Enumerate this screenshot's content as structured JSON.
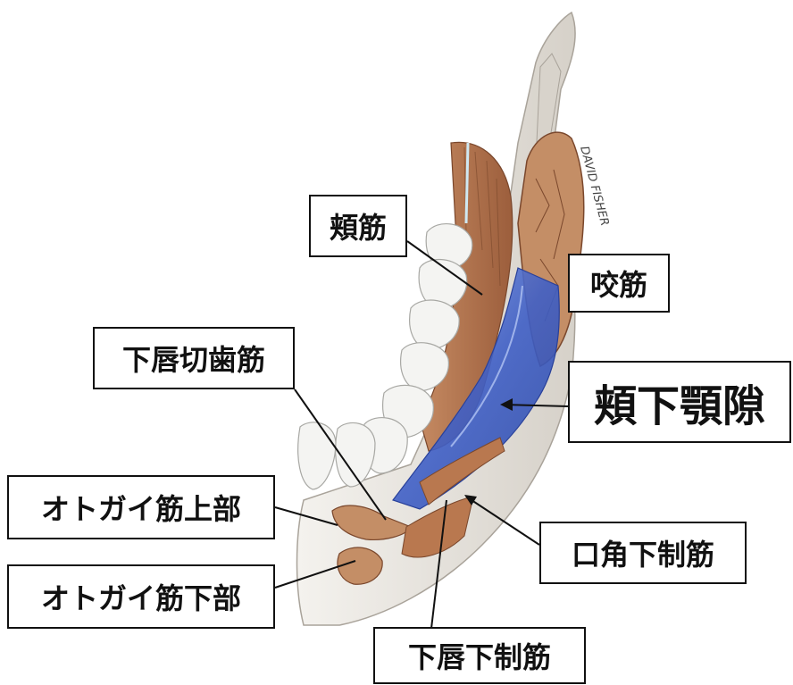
{
  "labels": {
    "buccinator": "頬筋",
    "masseter": "咬筋",
    "incisivus_labii_inferioris": "下唇切歯筋",
    "buccomandibular_space": "頬下顎隙",
    "mentalis_upper": "オトガイ筋上部",
    "mentalis_lower": "オトガイ筋下部",
    "depressor_anguli_oris": "口角下制筋",
    "depressor_labii_inferioris": "下唇下制筋"
  },
  "signature": "DAVID FISHER",
  "colors": {
    "muscle": "#b9784f",
    "muscle_dark": "#8a5233",
    "bone": "#e8e4de",
    "tooth": "#f4f4f2",
    "space_blue": "#3f63c8",
    "label_border": "#111111"
  }
}
